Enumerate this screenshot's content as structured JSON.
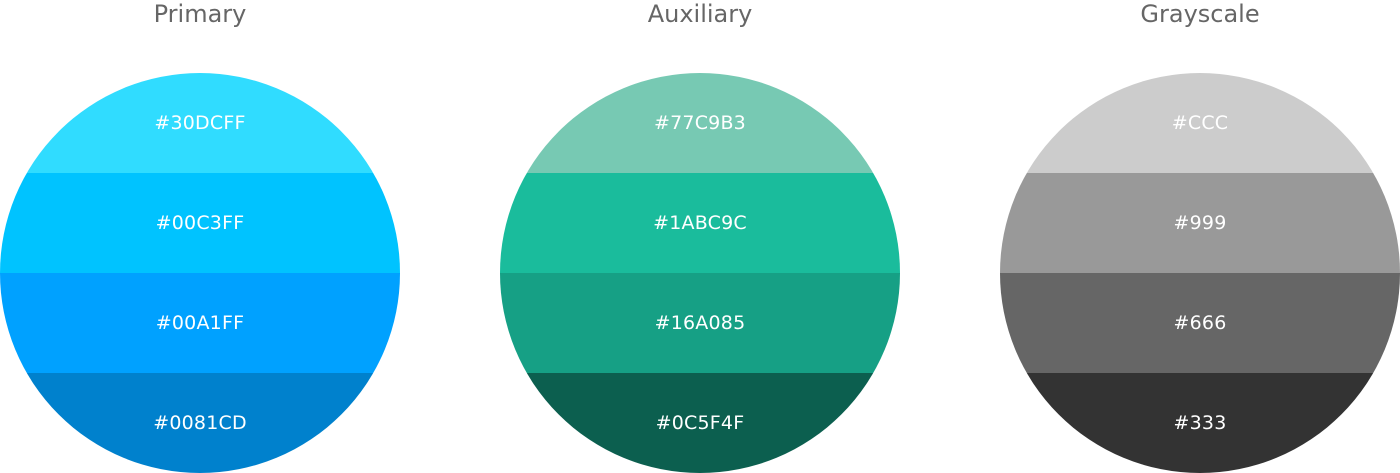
{
  "palettes": [
    {
      "title": "Primary",
      "swatches": [
        {
          "label": "#30DCFF",
          "color": "#30DCFF"
        },
        {
          "label": "#00C3FF",
          "color": "#00C3FF"
        },
        {
          "label": "#00A1FF",
          "color": "#00A1FF"
        },
        {
          "label": "#0081CD",
          "color": "#0081CD"
        }
      ]
    },
    {
      "title": "Auxiliary",
      "swatches": [
        {
          "label": "#77C9B3",
          "color": "#77C9B3"
        },
        {
          "label": "#1ABC9C",
          "color": "#1ABC9C"
        },
        {
          "label": "#16A085",
          "color": "#16A085"
        },
        {
          "label": "#0C5F4F",
          "color": "#0C5F4F"
        }
      ]
    },
    {
      "title": "Grayscale",
      "swatches": [
        {
          "label": "#CCC",
          "color": "#CCCCCC"
        },
        {
          "label": "#999",
          "color": "#999999"
        },
        {
          "label": "#666",
          "color": "#666666"
        },
        {
          "label": "#333",
          "color": "#333333"
        }
      ]
    }
  ]
}
